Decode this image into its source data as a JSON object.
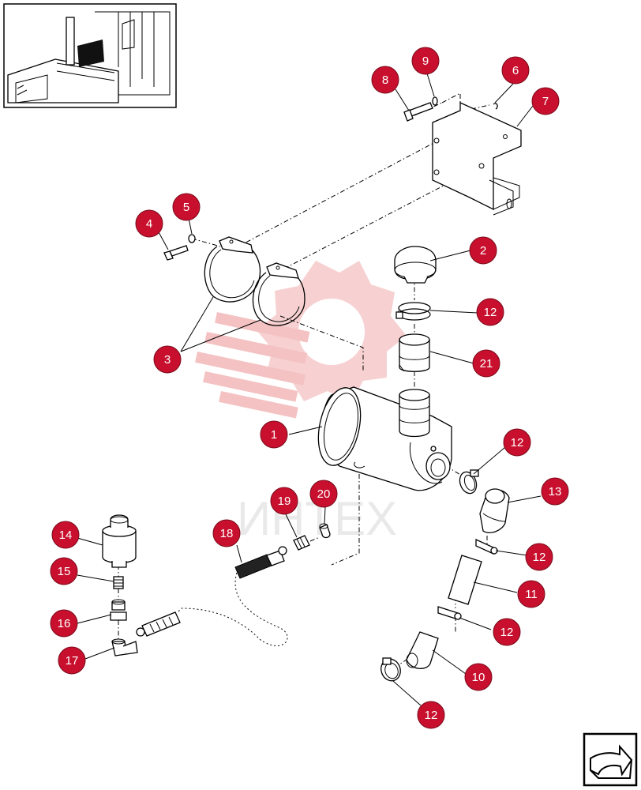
{
  "colors": {
    "callout_fill": "#c8102e",
    "callout_stroke": "#7a0a1a",
    "watermark_gear": "#f6c9c9",
    "watermark_text": "#e6e6e6"
  },
  "watermark": {
    "text": "ИНТЕХ"
  },
  "callouts": [
    {
      "label": "1"
    },
    {
      "label": "2"
    },
    {
      "label": "3"
    },
    {
      "label": "4"
    },
    {
      "label": "5"
    },
    {
      "label": "6"
    },
    {
      "label": "7"
    },
    {
      "label": "8"
    },
    {
      "label": "9"
    },
    {
      "label": "10"
    },
    {
      "label": "11"
    },
    {
      "label": "12"
    },
    {
      "label": "12"
    },
    {
      "label": "12"
    },
    {
      "label": "12"
    },
    {
      "label": "12"
    },
    {
      "label": "13"
    },
    {
      "label": "14"
    },
    {
      "label": "15"
    },
    {
      "label": "16"
    },
    {
      "label": "17"
    },
    {
      "label": "18"
    },
    {
      "label": "19"
    },
    {
      "label": "20"
    },
    {
      "label": "21"
    }
  ],
  "icons": {
    "thumbnail": "machine-overview-thumbnail-icon",
    "nav": "next-page-arrow-icon"
  }
}
